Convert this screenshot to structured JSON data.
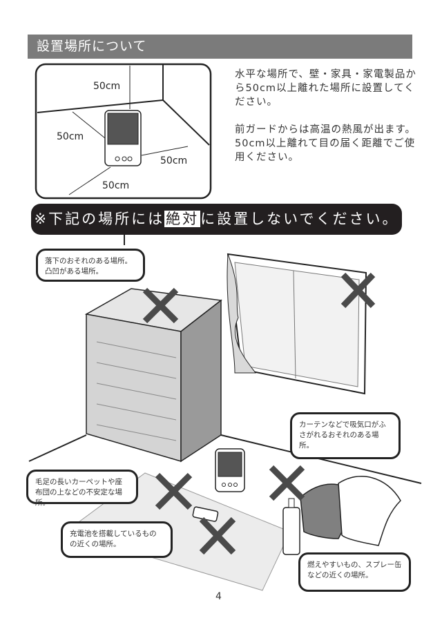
{
  "header": {
    "title": "設置場所について"
  },
  "diagram": {
    "labels": [
      "50cm",
      "50cm",
      "50cm",
      "50cm"
    ]
  },
  "intro": {
    "paragraph1": "水平な場所で、壁・家具・家電製品から50cm以上離れた場所に設置してください。",
    "paragraph2": "前ガードからは高温の熱風が出ます。50cm以上離れて目の届く距離でご使用ください。"
  },
  "warning_banner": {
    "before": "※下記の場所には",
    "highlight": "絶対",
    "after": "に設置しないでください。"
  },
  "callouts": [
    "落下のおそれのある場所。凸凹がある場所。",
    "カーテンなどで吸気口がふさがれるおそれのある場所。",
    "毛足の長いカーペットや座布団の上などの不安定な場所。",
    "充電池を搭載しているものの近くの場所。",
    "燃えやすいもの、スプレー缶などの近くの場所。"
  ],
  "page_number": "4",
  "colors": {
    "header_bg": "#7b7b7b",
    "banner_bg": "#231f20",
    "x_mark": "#4a4a4a"
  }
}
